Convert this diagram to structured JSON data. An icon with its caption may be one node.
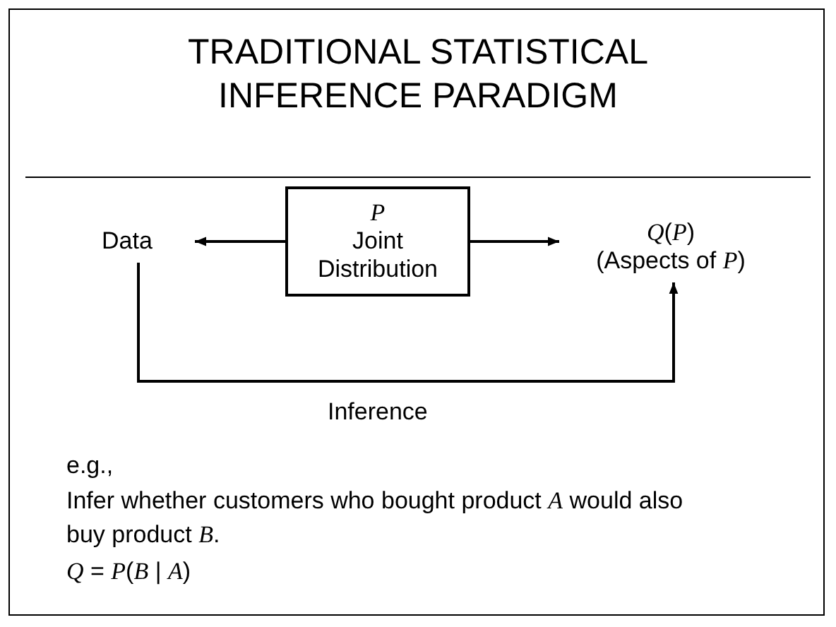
{
  "diagram": {
    "title": "TRADITIONAL STATISTICAL INFERENCE PARADIGM",
    "nodes": [
      {
        "text": [
          "P",
          "Joint Distribution"
        ]
      },
      {
        "text": [
          "Data"
        ]
      },
      {
        "text": [
          "*Q*(*P*)",
          "(Aspects of *P*)"
        ]
      }
    ],
    "edges": [
      {
        "from": 0,
        "to": 1,
        "arrow": "to"
      },
      {
        "from": 0,
        "to": 2,
        "arrow": "to"
      },
      {
        "from": 1,
        "to": 2,
        "arrow": "to",
        "label": "Inference"
      }
    ],
    "labels": [
      "e.g.,",
      "Infer whether customers who bought product *A* would also buy product *B*.",
      "*Q* = *P*(*B* | *A*)"
    ]
  }
}
